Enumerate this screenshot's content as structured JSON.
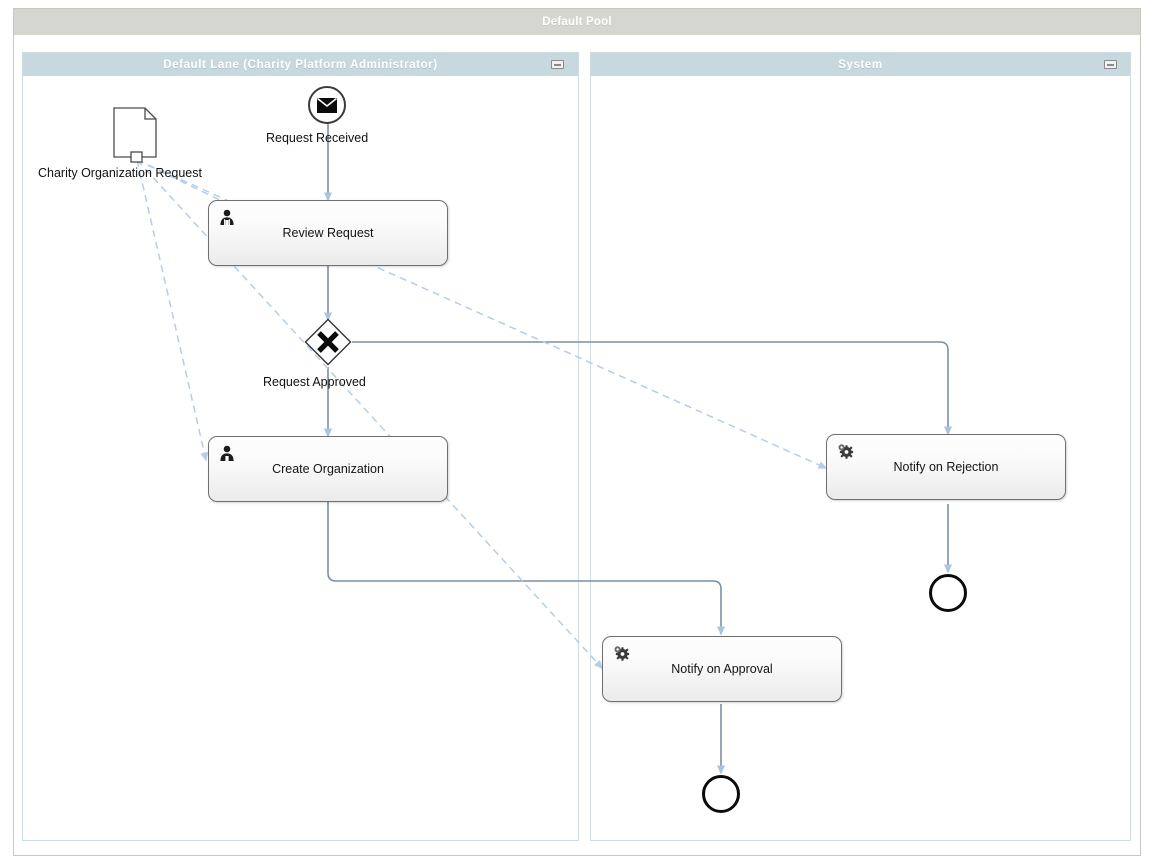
{
  "diagram": {
    "type": "bpmn-process",
    "notation": "BPMN 2.0"
  },
  "pool": {
    "name": "Default Pool",
    "header_color": "#d6d6d1",
    "border_color": "#c8c8c2"
  },
  "lanes": [
    {
      "name": "Default Lane (Charity Platform Administrator)",
      "collapse_icon": "minus-icon",
      "header_color": "#c7d8de"
    },
    {
      "name": "System",
      "collapse_icon": "minus-icon",
      "header_color": "#c7d8de"
    }
  ],
  "elements": {
    "start_event": {
      "label": "Request Received",
      "event_type": "message-start-event",
      "icon": "envelope-icon"
    },
    "data_object": {
      "label": "Charity Organization Request",
      "icon": "document-icon"
    },
    "task_review": {
      "label": "Review  Request",
      "task_type": "user-task",
      "icon": "user-task-icon",
      "lane": "Default Lane (Charity Platform Administrator)"
    },
    "gateway": {
      "label": "Request Approved",
      "gateway_type": "exclusive-gateway",
      "icon": "x-marker-icon"
    },
    "task_create": {
      "label": "Create Organization",
      "task_type": "user-task",
      "icon": "user-task-icon",
      "lane": "Default Lane (Charity Platform Administrator)"
    },
    "task_notify_rejection": {
      "label": "Notify on Rejection",
      "task_type": "service-task",
      "icon": "gear-icon",
      "lane": "System"
    },
    "task_notify_approval": {
      "label": "Notify on Approval",
      "task_type": "service-task",
      "icon": "gear-icon",
      "lane": "System"
    },
    "end_event_rejection": {
      "label": "",
      "event_type": "end-event"
    },
    "end_event_approval": {
      "label": "",
      "event_type": "end-event"
    }
  },
  "colors": {
    "sequence_flow": "#7b8fa3",
    "data_association": "#b5cdeb",
    "task_border": "#6f6f6f",
    "event_border": "#0b0b0b"
  }
}
